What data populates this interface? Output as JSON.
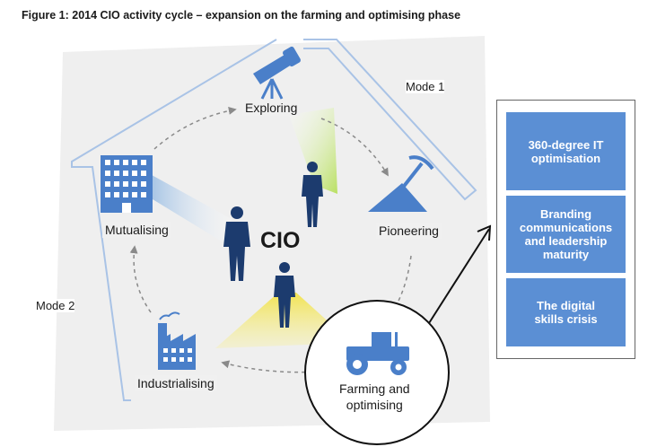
{
  "figure": {
    "title": "Figure 1: 2014 CIO activity cycle – expansion on the farming and optimising phase"
  },
  "cycle": {
    "center_label": "CIO",
    "phases": [
      {
        "label": "Exploring",
        "icon": "telescope-icon"
      },
      {
        "label": "Pioneering",
        "icon": "pickaxe-mountain-icon"
      },
      {
        "label": "Farming and optimising",
        "label_line1": "Farming and",
        "label_line2": "optimising",
        "icon": "tractor-icon"
      },
      {
        "label": "Industrialising",
        "icon": "factory-icon"
      },
      {
        "label": "Mutualising",
        "icon": "office-building-icon"
      }
    ]
  },
  "modes": {
    "mode1": "Mode 1",
    "mode2": "Mode 2"
  },
  "detail_panel": {
    "items": [
      {
        "line1": "360-degree IT",
        "line2": "optimisation"
      },
      {
        "line1": "Branding",
        "line2": "communications",
        "line3": "and leadership",
        "line4": "maturity"
      },
      {
        "line1": "The digital",
        "line2": "skills crisis"
      }
    ]
  },
  "colors": {
    "icon_blue": "#4a7fc9",
    "box_blue": "#5b8fd4",
    "figure_navy": "#1c3b6e",
    "spotlight_yellow": "#f2e24a",
    "spotlight_green": "#c9e680",
    "spotlight_blue": "#8fb6e0",
    "background_gray": "#efefef"
  }
}
